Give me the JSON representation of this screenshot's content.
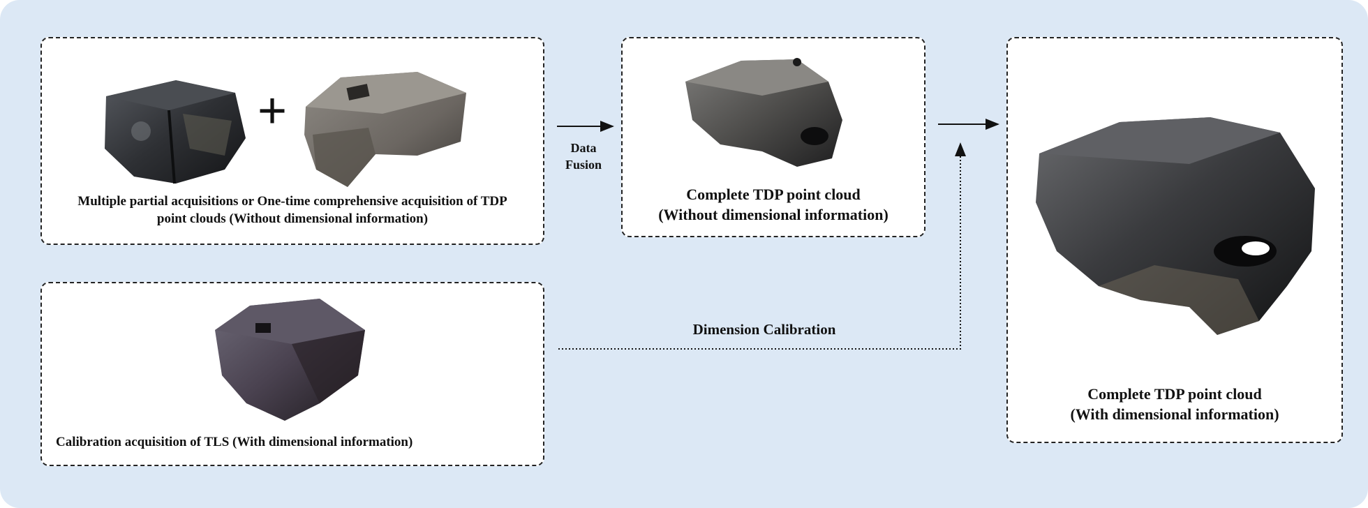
{
  "boxes": {
    "partial": {
      "caption_line1": "Multiple partial acquisitions or One-time comprehensive acquisition of TDP",
      "caption_line2": "point clouds (Without dimensional information)",
      "plus_symbol": "+"
    },
    "fused": {
      "caption_line1": "Complete TDP point cloud",
      "caption_line2": "(Without dimensional information)"
    },
    "calibration": {
      "caption": "Calibration acquisition of TLS  (With dimensional information)"
    },
    "final": {
      "caption_line1": "Complete TDP point cloud",
      "caption_line2": "(With dimensional information)"
    }
  },
  "arrows": {
    "fusion_line1": "Data",
    "fusion_line2": "Fusion",
    "calibration_label": "Dimension Calibration"
  },
  "colors": {
    "panel_bg": "#dce8f5",
    "box_bg": "#ffffff",
    "rock_dark": "#2b2d31",
    "rock_gray": "#6d6a66",
    "rock_purple": "#4a4250"
  }
}
